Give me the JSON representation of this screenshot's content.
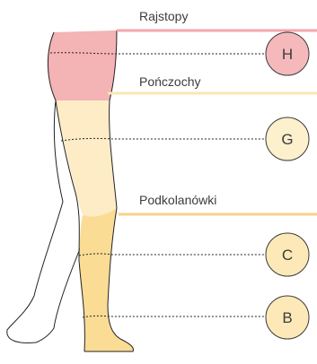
{
  "categories": [
    {
      "id": "rajstopy",
      "label": "Rajstopy",
      "color": "#f2a7aa"
    },
    {
      "id": "ponczochy",
      "label": "Pończochy",
      "color": "#fbe5b4"
    },
    {
      "id": "podkolanowki",
      "label": "Podkolanówki",
      "color": "#f9d28a"
    }
  ],
  "measure_points": [
    {
      "id": "h",
      "letter": "H",
      "fill": "#f5b9bc"
    },
    {
      "id": "g",
      "letter": "G",
      "fill": "#fdf0cc"
    },
    {
      "id": "c",
      "letter": "C",
      "fill": "#fce9b7"
    },
    {
      "id": "b",
      "letter": "B",
      "fill": "#fce9b7"
    }
  ],
  "colors": {
    "outline": "#222222",
    "region_pink": "#f4b3b5",
    "region_cream": "#fdecc6",
    "region_yellow": "#fbdc94"
  }
}
